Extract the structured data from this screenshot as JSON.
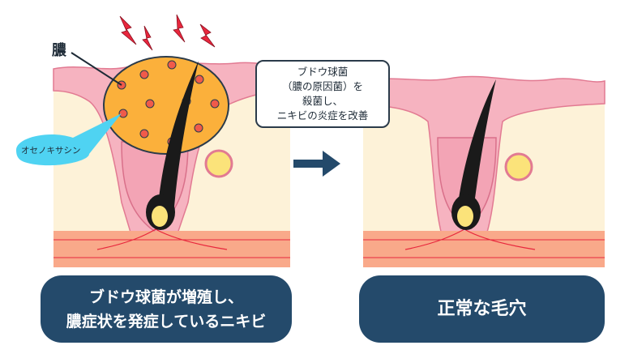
{
  "diagram": {
    "labels": {
      "pus": "膿",
      "sebum_glands": "オセノキサシン",
      "callout_lines": [
        "ブドウ球菌",
        "（膿の原因菌）を",
        "殺菌し、",
        "ニキビの炎症を改善"
      ],
      "left_caption_lines": [
        "ブドウ球菌が増殖し、",
        "膿症状を発症しているニキビ"
      ],
      "right_caption": "正常な毛穴"
    },
    "colors": {
      "skin_surface": "#f6b3c0",
      "dermis": "#fdf2d8",
      "fat_layer": "#f9a98a",
      "pus": "#fbb03b",
      "pus_dots": "#f05a4a",
      "hair": "#1a1a1a",
      "follicle": "#f3a4b5",
      "caption_bg": "#244a6b",
      "lightning": "#e8273d",
      "arrow": "#244a6b",
      "bubble": "#4fd3f2"
    }
  }
}
